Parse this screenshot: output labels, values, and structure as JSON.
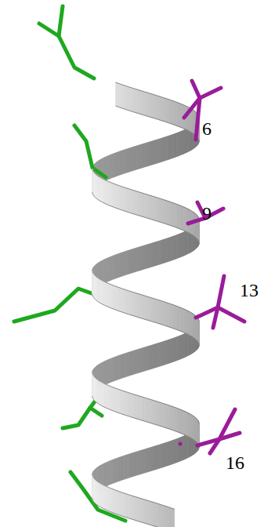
{
  "diagram": {
    "labels": [
      "6",
      "9",
      "13",
      "16"
    ]
  }
}
